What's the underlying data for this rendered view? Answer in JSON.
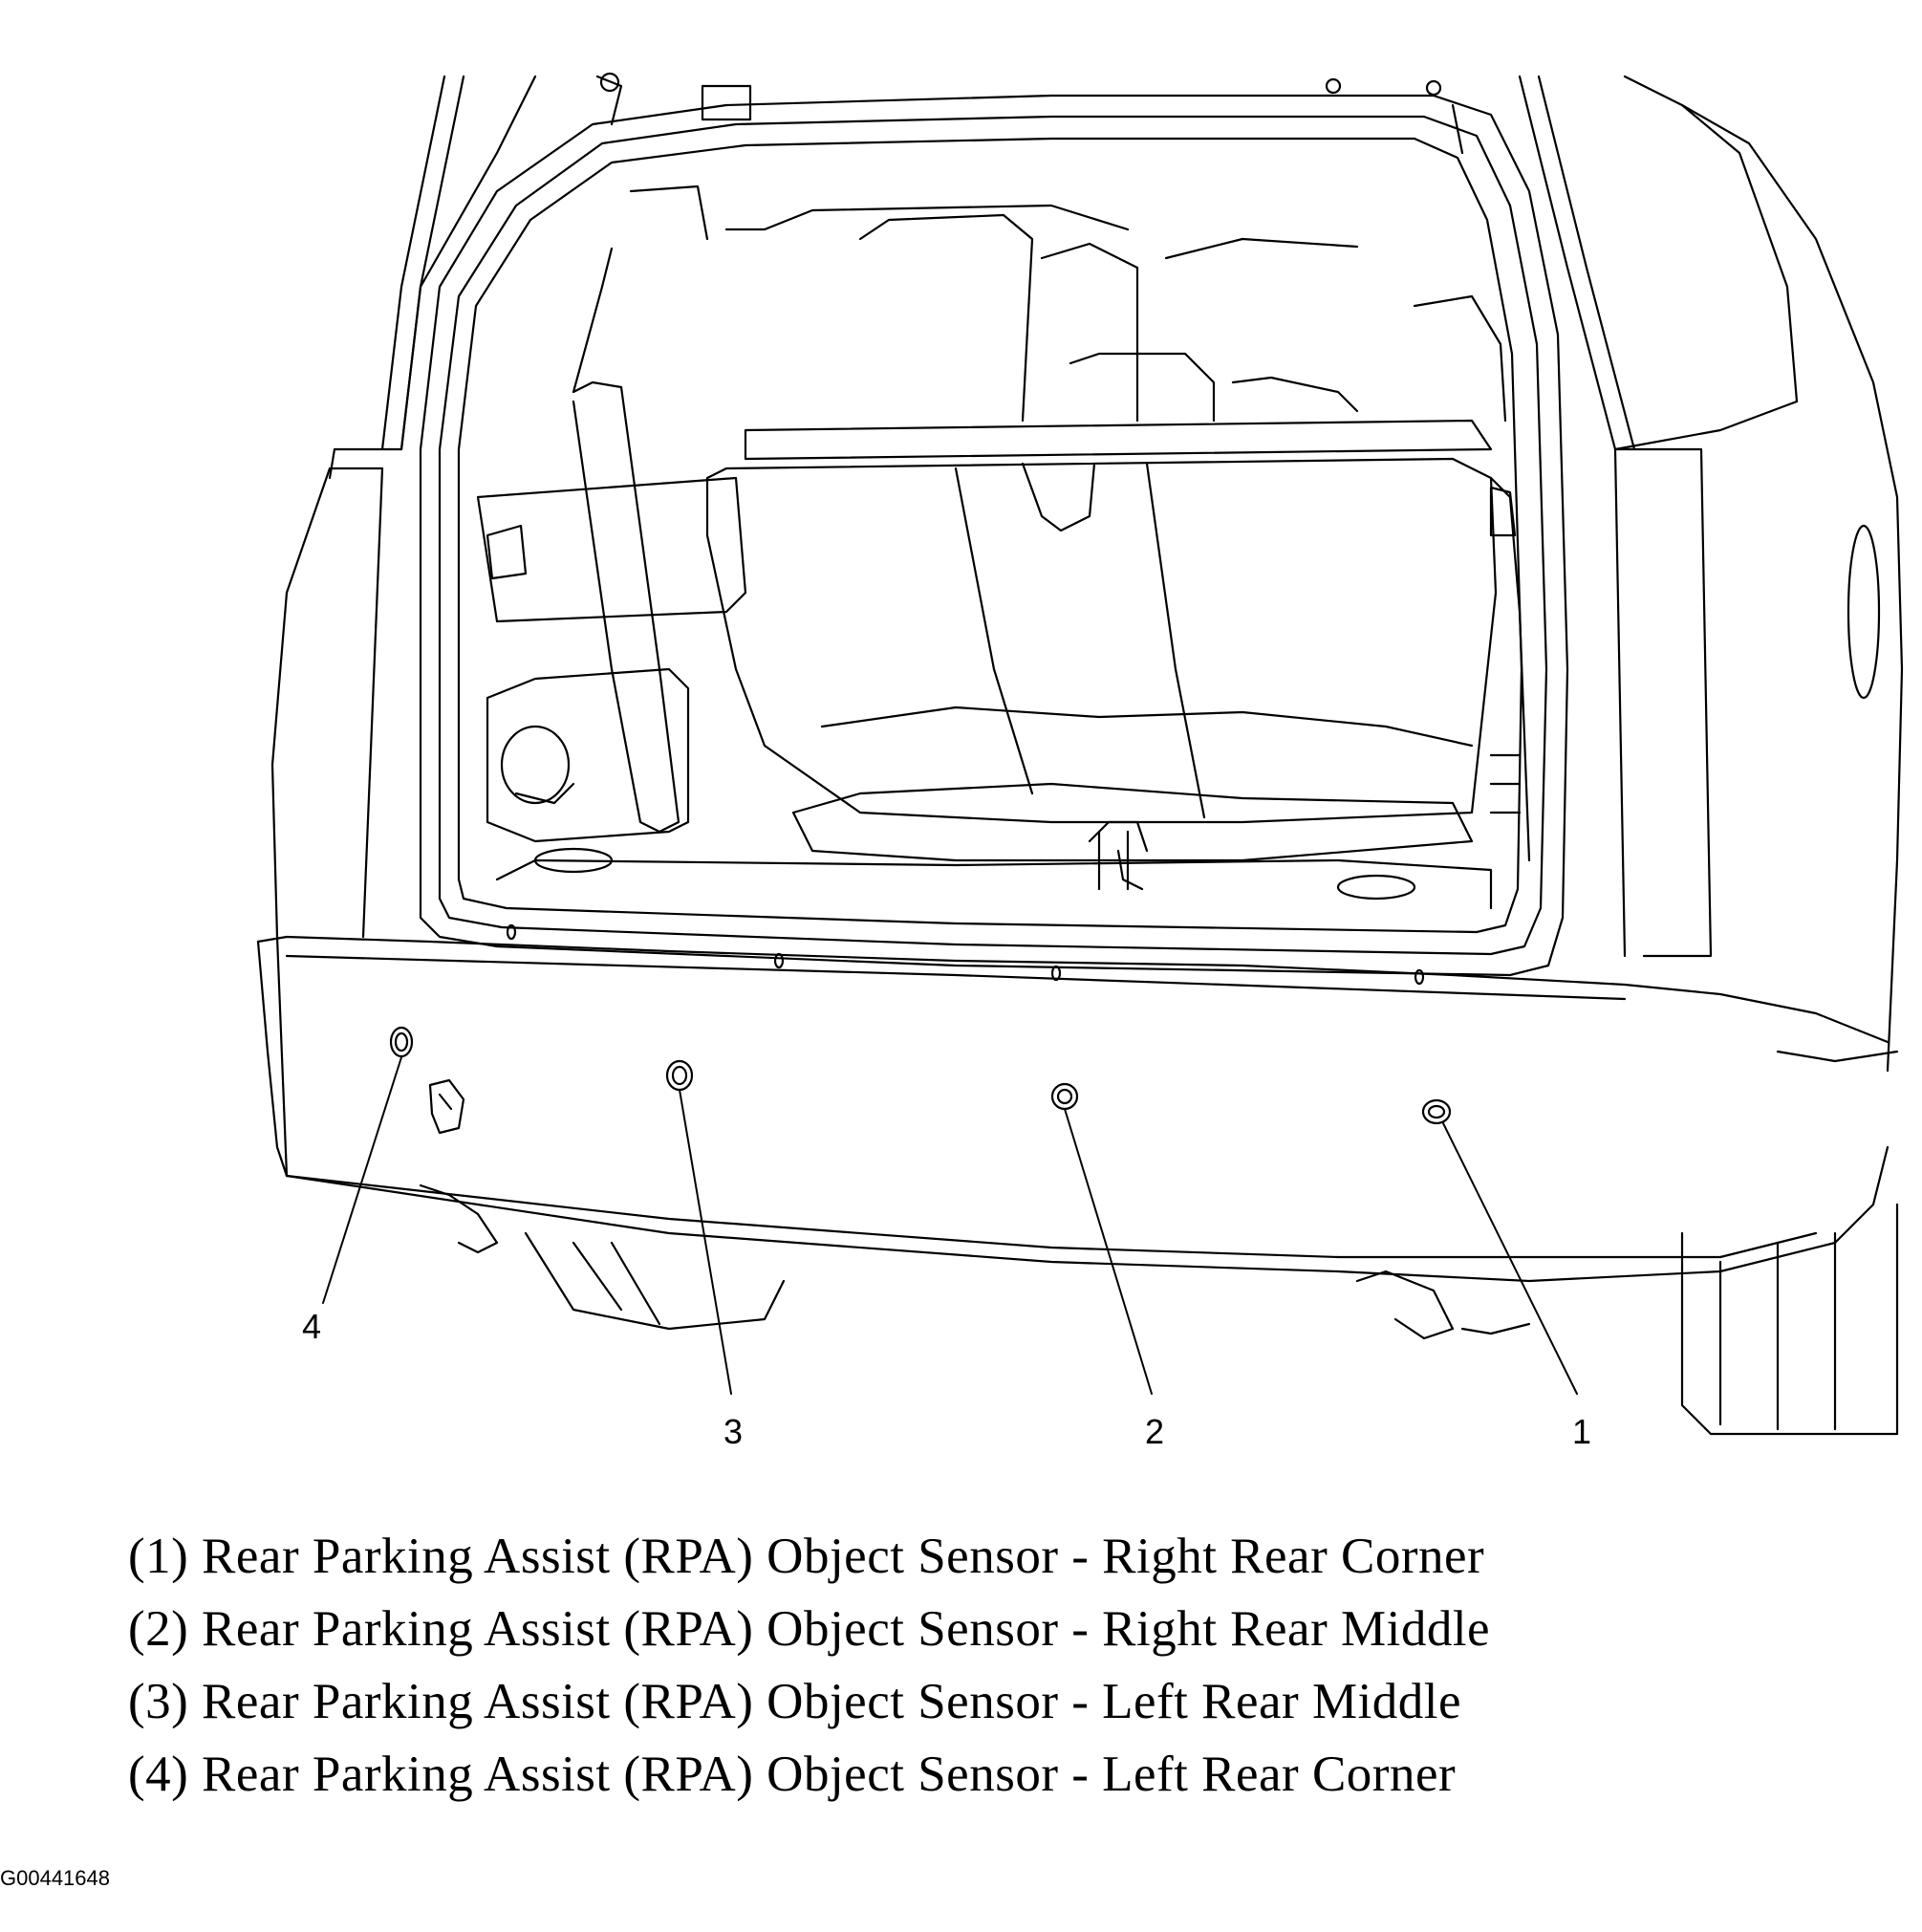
{
  "callouts": {
    "c1": "1",
    "c2": "2",
    "c3": "3",
    "c4": "4"
  },
  "legend": [
    "(1) Rear Parking Assist (RPA) Object Sensor - Right Rear Corner",
    "(2) Rear Parking Assist (RPA) Object Sensor - Right Rear Middle",
    "(3) Rear Parking Assist (RPA) Object Sensor - Left Rear Middle",
    "(4) Rear Parking Assist (RPA) Object Sensor - Left Rear Corner"
  ],
  "figure_code": "G00441648",
  "colors": {
    "line": "#000000",
    "background": "#ffffff"
  }
}
